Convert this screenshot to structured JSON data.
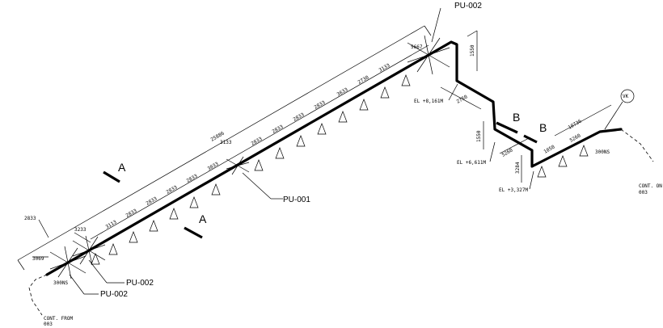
{
  "drawing": {
    "labels": {
      "pu002_top": "PU-002",
      "pu001": "PU-001",
      "pu002_bottom_a": "PU-002",
      "pu002_bottom_b": "PU-002",
      "section_a_upper": "A",
      "section_a_lower": "A",
      "section_b_left": "B",
      "section_b_right": "B",
      "vk": "VK",
      "el_8161": "EL +8,161M",
      "el_6611": "EL +6,611M",
      "el_3327": "EL +3,327M",
      "size_left": "300NS",
      "size_right": "300NS",
      "cont_from_line1": "CONT. FROM",
      "cont_from_line2": "003",
      "cont_on_line1": "CONT. ON",
      "cont_on_line2": "003"
    },
    "dimensions": {
      "overall": "25886",
      "d5667": "5667",
      "d3133": "3133",
      "d2833_left": "2833",
      "d3233": "3233",
      "d3069": "3069",
      "d1550": "1550",
      "d2750": "2750",
      "d1550b": "1550",
      "d5260": "5260",
      "d3284": "3284",
      "d1050": "1050",
      "d5260b": "5260",
      "d10736": "10736",
      "run_left": [
        "3113",
        "2833",
        "2833",
        "2833",
        "2833",
        "3033"
      ],
      "run_right": [
        "2833",
        "2833",
        "2833",
        "2833",
        "3633",
        "2730",
        "3133"
      ]
    }
  }
}
